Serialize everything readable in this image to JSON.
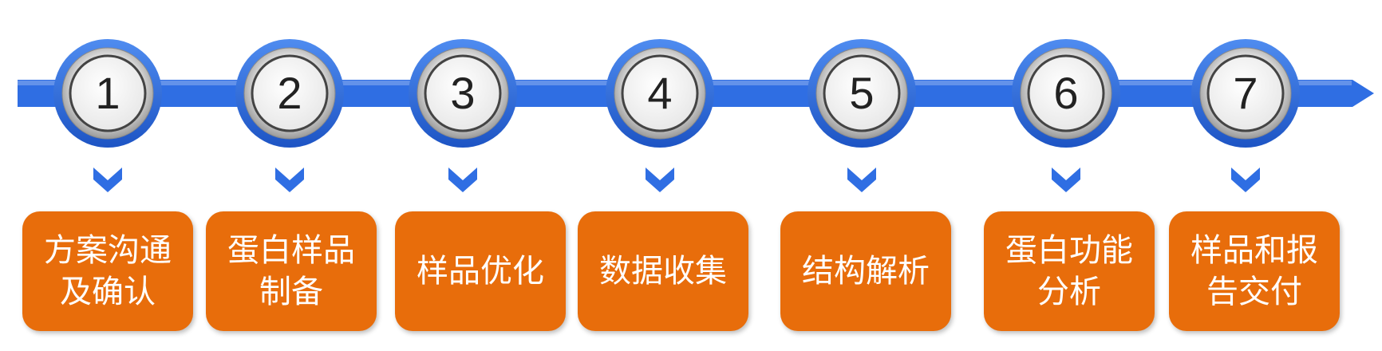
{
  "colors": {
    "arrow_blue": "#2f6ee3",
    "step_orange": "#e86d0b",
    "chevron_blue": "#2f6ee3",
    "text_white": "#ffffff",
    "number_dark": "#222222"
  },
  "steps": [
    {
      "number": "1",
      "lines": [
        "方案沟通",
        "及确认"
      ]
    },
    {
      "number": "2",
      "lines": [
        "蛋白样品",
        "制备"
      ]
    },
    {
      "number": "3",
      "lines": [
        "样品优化"
      ]
    },
    {
      "number": "4",
      "lines": [
        "数据收集"
      ]
    },
    {
      "number": "5",
      "lines": [
        "结构解析"
      ]
    },
    {
      "number": "6",
      "lines": [
        "蛋白功能",
        "分析"
      ]
    },
    {
      "number": "7",
      "lines": [
        "样品和报",
        "告交付"
      ]
    }
  ]
}
